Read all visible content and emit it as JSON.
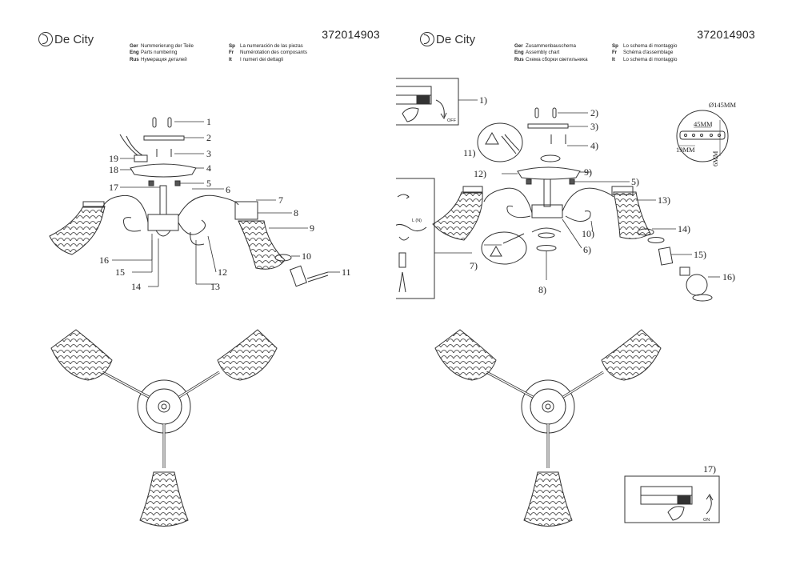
{
  "brand": "De City",
  "left": {
    "code": "372014903",
    "header_col1": [
      {
        "lang": "Ger",
        "text": "Nummerierung der Teile"
      },
      {
        "lang": "Eng",
        "text": "Parts numbering"
      },
      {
        "lang": "Rus",
        "text": "Нумерация деталей"
      }
    ],
    "header_col2": [
      {
        "lang": "Sp",
        "text": "La numeración de las piezas"
      },
      {
        "lang": "Fr",
        "text": "Numérotation des composants"
      },
      {
        "lang": "It",
        "text": "I numeri dei dettagli"
      }
    ],
    "parts": [
      "1",
      "2",
      "3",
      "4",
      "5",
      "6",
      "7",
      "8",
      "9",
      "10",
      "11",
      "12",
      "13",
      "14",
      "15",
      "16",
      "17",
      "18",
      "19"
    ]
  },
  "right": {
    "code": "372014903",
    "header_col1": [
      {
        "lang": "Ger",
        "text": "Zusammenbauschema"
      },
      {
        "lang": "Eng",
        "text": "Assembly chart"
      },
      {
        "lang": "Rus",
        "text": "Схема сборки светильника"
      }
    ],
    "header_col2": [
      {
        "lang": "Sp",
        "text": "Lo schema di montaggio"
      },
      {
        "lang": "Fr",
        "text": "Schéma d'assemblage"
      },
      {
        "lang": "It",
        "text": "Lo schema di montaggio"
      }
    ],
    "steps": [
      "1)",
      "2)",
      "3)",
      "4)",
      "5)",
      "6)",
      "7)",
      "8)",
      "9)",
      "10)",
      "11)",
      "12)",
      "13)",
      "14)",
      "15)",
      "16)",
      "17)"
    ],
    "off_label": "OFF",
    "on_label": "ON",
    "wire_label": "L (N)",
    "dim_diameter": "Ø145MM",
    "dim_45": "45MM",
    "dim_19": "19MM",
    "dim_6": "6MM"
  }
}
